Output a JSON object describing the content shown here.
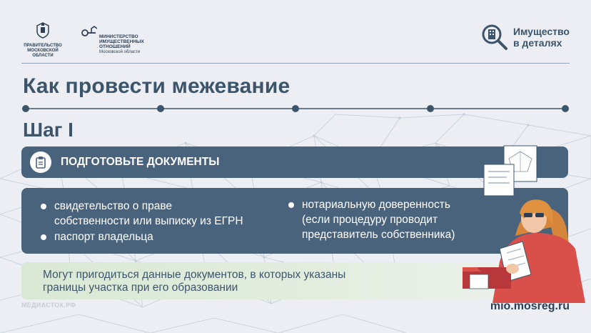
{
  "header": {
    "gov_logo_label": "ПРАВИТЕЛЬСТВО\nМОСКОВСКОЙ\nОБЛАСТИ",
    "ministry_label": "МИНИСТЕРСТВО\nИМУЩЕСТВЕННЫХ\nОТНОШЕНИЙ",
    "ministry_sub": "Московской области",
    "brand_title": "Имущество\nв деталях",
    "brand_icon": "magnifier-building-icon"
  },
  "page": {
    "title": "Как провести межевание",
    "step_title": "Шаг I",
    "section_header": "ПОДГОТОВЬТЕ ДОКУМЕНТЫ",
    "section_icon": "clipboard-icon"
  },
  "documents": {
    "items": [
      "свидетельство о праве\nсобственности или выписку из ЕГРН",
      "паспорт владельца",
      "нотариальную доверенность\n(если процедуру проводит\nпредставитель собственника)"
    ]
  },
  "note": {
    "text": "Могут пригодиться данные документов, в которых указаны\nграницы участка при его образовании"
  },
  "footer": {
    "watermark": "МЕДИАСТОК.РФ",
    "url": "mio.mosreg.ru"
  },
  "colors": {
    "background": "#eceef3",
    "panel": "#4a637d",
    "heading": "#3d556b",
    "note_green": "#d9e8d4",
    "accent_red": "#d9504a"
  }
}
